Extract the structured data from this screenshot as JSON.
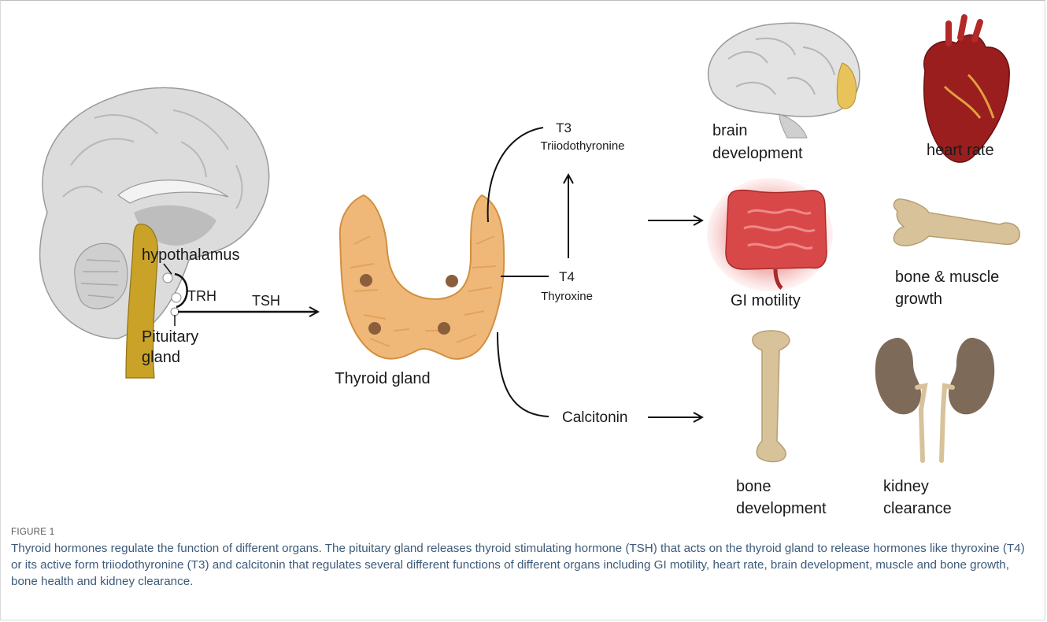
{
  "labels": {
    "hypothalamus": "hypothalamus",
    "trh": "TRH",
    "tsh": "TSH",
    "pituitary_line1": "Pituitary",
    "pituitary_line2": "gland",
    "thyroid_gland": "Thyroid gland",
    "t3": "T3",
    "t3_name": "Triiodothyronine",
    "t4": "T4",
    "t4_name": "Thyroxine",
    "calcitonin": "Calcitonin",
    "brain_line1": "brain",
    "brain_line2": "development",
    "heart_rate": "heart rate",
    "gi_motility": "GI motility",
    "bone_muscle_line1": "bone & muscle",
    "bone_muscle_line2": "growth",
    "bone_dev_line1": "bone",
    "bone_dev_line2": "development",
    "kidney_line1": "kidney",
    "kidney_line2": "clearance"
  },
  "caption": {
    "label": "FIGURE 1",
    "text": "Thyroid hormones regulate the function of different organs. The pituitary gland releases thyroid stimulating hormone (TSH) that acts on the thyroid gland to release hormones like thyroxine (T4) or its active form triiodothyronine (T3) and calcitonin that regulates several different functions of different organs including GI motility, heart rate, brain development, muscle and bone growth, bone health and kidney clearance."
  },
  "colors": {
    "brain_gray": "#d9d9d9",
    "thyroid_orange": "#f0b878",
    "pituitary_gold": "#c9a227",
    "heart_red": "#9b1e1e",
    "gi_red": "#d94848",
    "bone_tan": "#d8c29a",
    "kidney_brown": "#7d6a58",
    "caption_blue": "#3d5a7a"
  },
  "icons": [
    "brain-sagittal-icon",
    "thyroid-icon",
    "brain-icon",
    "heart-icon",
    "intestine-icon",
    "long-bone-icon",
    "tibia-icon",
    "kidneys-icon"
  ]
}
